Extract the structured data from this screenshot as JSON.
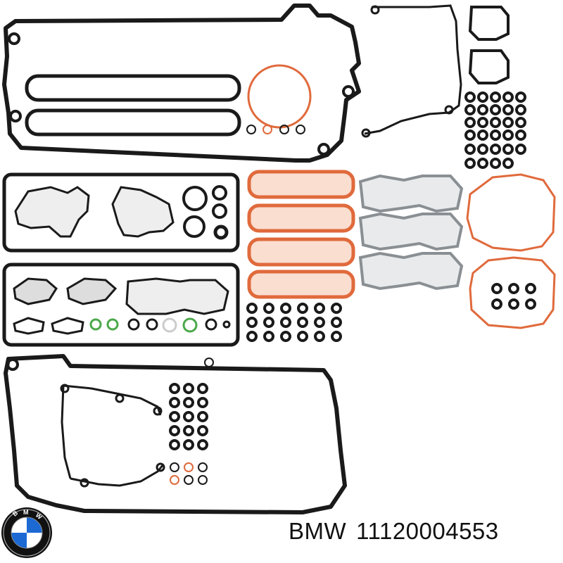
{
  "caption": {
    "brand": "BMW",
    "part_number": "11120004553"
  },
  "logo": {
    "name": "bmw-roundel",
    "letters": "BMW",
    "colors": {
      "blue": "#1c69d4",
      "white": "#ffffff",
      "ring": "#111111"
    }
  },
  "colors": {
    "gasket_black": "#1a1a1a",
    "gasket_orange": "#e06a3c",
    "gasket_gray": "#8a8f93",
    "background": "#ffffff"
  }
}
